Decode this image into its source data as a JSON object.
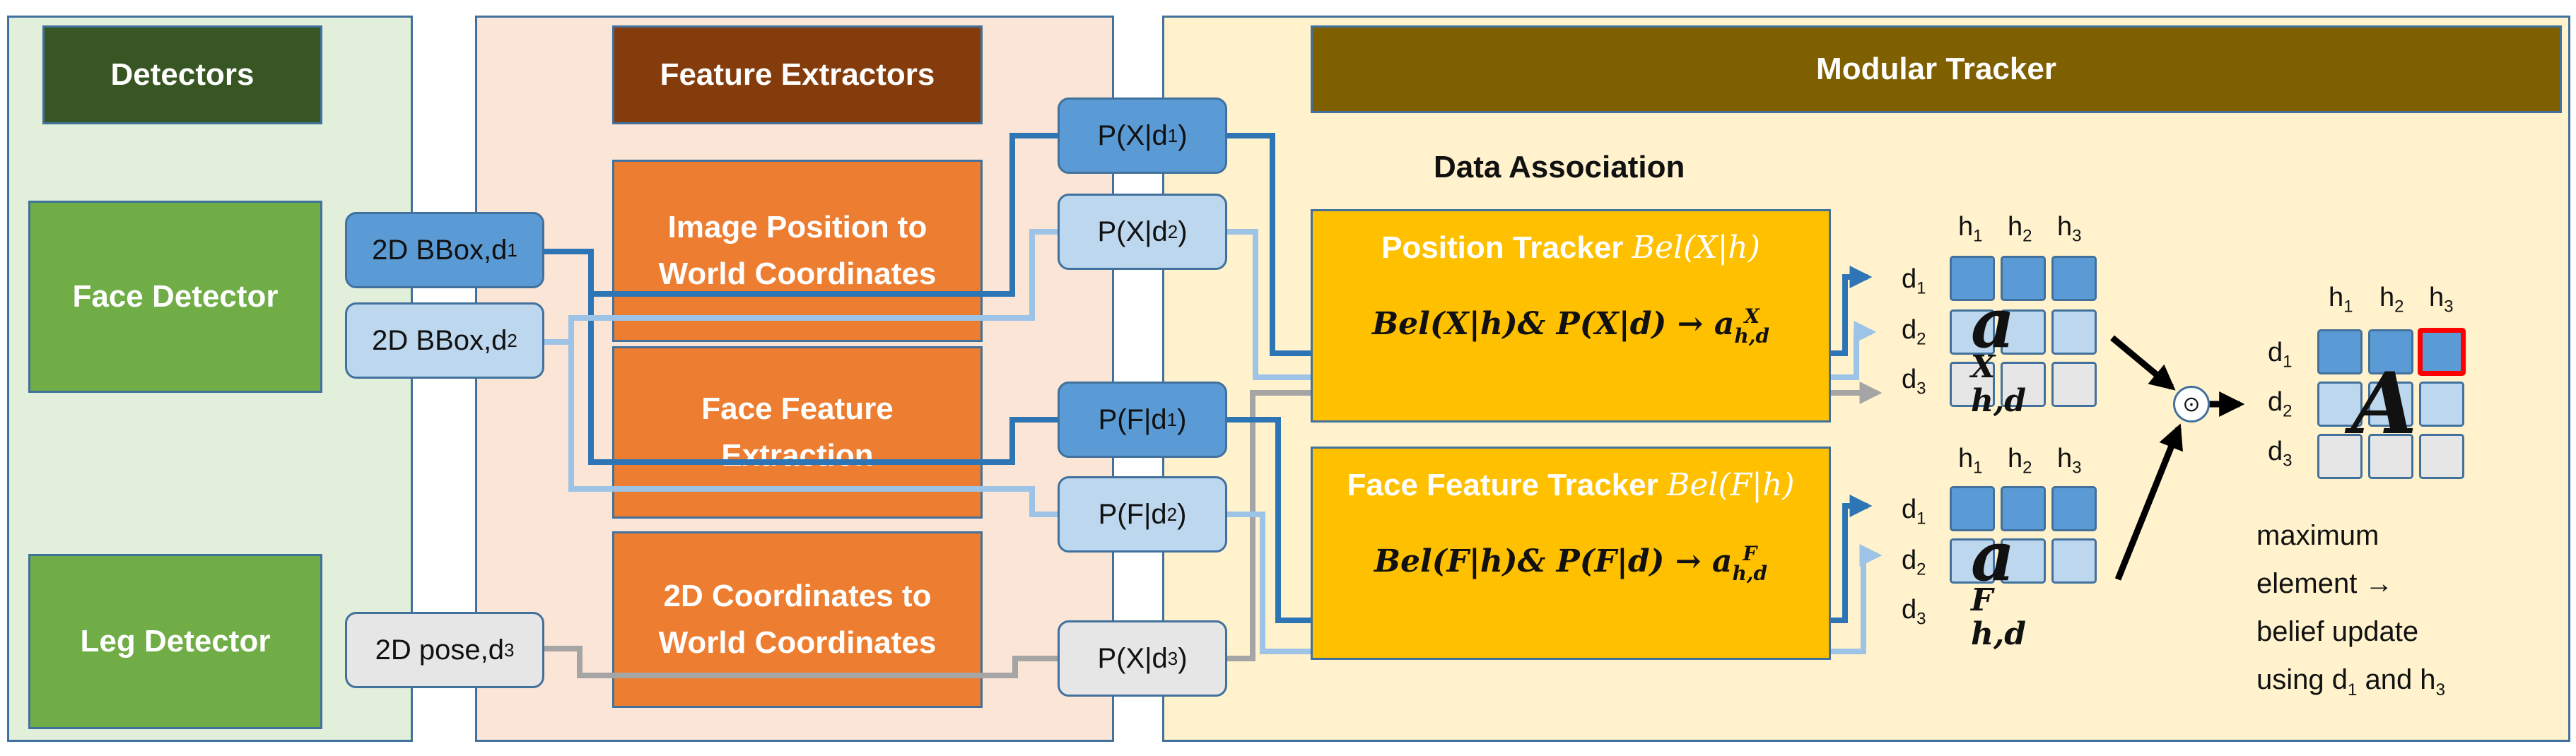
{
  "colors": {
    "detectors_bg": "#e2efda",
    "extractors_bg": "#fbe5d6",
    "tracker_bg": "#fff2cc",
    "detectors_header": "#375623",
    "extractors_header": "#843c0c",
    "tracker_header": "#7f6000",
    "dark_line": "#2e75b6",
    "light_line": "#9dc3e6",
    "grey_line": "#a5a5a5",
    "highlight": "#ff0000"
  },
  "detectors": {
    "header": "Detectors",
    "face": "Face Detector",
    "leg": "Leg Detector"
  },
  "extractors": {
    "header": "Feature Extractors",
    "image_pos": "Image Position to World Coordinates",
    "face_feat": "Face Feature Extraction",
    "coords2d": "2D Coordinates to World Coordinates"
  },
  "inputs": {
    "bbox1": {
      "main": "2D BBox,d",
      "sub": "1"
    },
    "bbox2": {
      "main": "2D BBox,d",
      "sub": "2"
    },
    "pose3": {
      "main": "2D pose,d",
      "sub": "3"
    }
  },
  "probs": {
    "px1": {
      "main": "P(X|d",
      "sub": "1",
      "close": ")"
    },
    "px2": {
      "main": "P(X|d",
      "sub": "2",
      "close": ")"
    },
    "pf1": {
      "main": "P(F|d",
      "sub": "1",
      "close": ")"
    },
    "pf2": {
      "main": "P(F|d",
      "sub": "2",
      "close": ")"
    },
    "px3": {
      "main": "P(X|d",
      "sub": "3",
      "close": ")"
    }
  },
  "tracker": {
    "header": "Modular Tracker",
    "data_association": "Data Association",
    "position": {
      "title": "Position Tracker",
      "bel": "Bel(X|h)",
      "eq_left": "Bel(X|h)& P(X|d) →",
      "eq_a": "a",
      "eq_sup": "X",
      "eq_sub": "h,d"
    },
    "face": {
      "title": "Face Feature Tracker",
      "bel": "Bel(F|h)",
      "eq_left": "Bel(F|h)& P(F|d) →",
      "eq_a": "a",
      "eq_sup": "F",
      "eq_sub": "h,d"
    }
  },
  "matrix": {
    "h_labels": [
      {
        "main": "h",
        "sub": "1"
      },
      {
        "main": "h",
        "sub": "2"
      },
      {
        "main": "h",
        "sub": "3"
      }
    ],
    "d_labels": [
      {
        "main": "d",
        "sub": "1"
      },
      {
        "main": "d",
        "sub": "2"
      },
      {
        "main": "d",
        "sub": "3"
      }
    ],
    "pos_symbol": {
      "a": "a",
      "sup": "X",
      "sub": "h,d"
    },
    "face_symbol": {
      "a": "a",
      "sup": "F",
      "sub": "h,d"
    },
    "combined_symbol": "A",
    "operator": "⊙"
  },
  "caption": [
    "maximum",
    "element →",
    "belief update",
    "using d",
    "1",
    " and h",
    "3"
  ]
}
